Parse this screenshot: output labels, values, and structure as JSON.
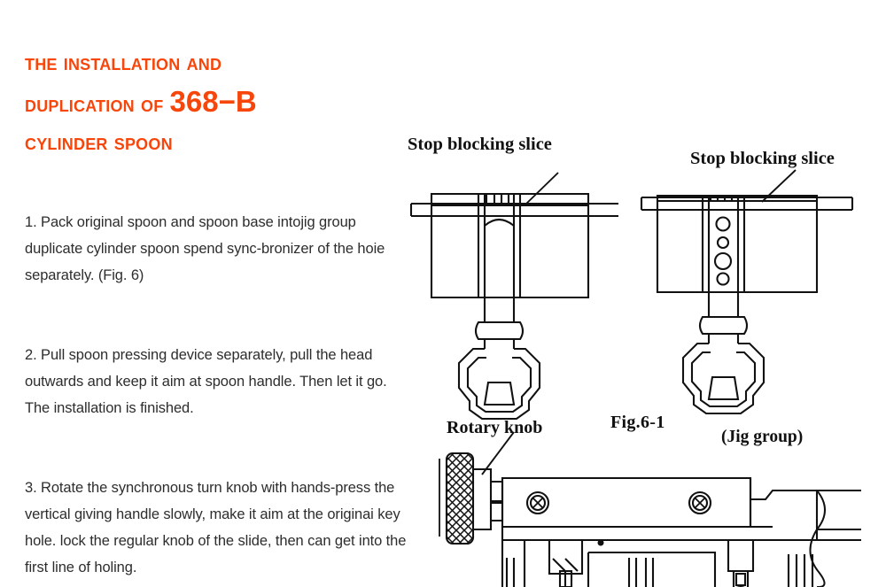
{
  "page": {
    "background_color": "#ffffff",
    "title_color": "#f7460b",
    "body_text_color": "#2d2d2d",
    "diagram_line_color": "#111111"
  },
  "document": {
    "title_lines": [
      "The installation and",
      "duplication of ",
      "cylinder spoon"
    ],
    "title_model": "368−B",
    "title_full": "The installation and duplication of 368−B cylinder spoon",
    "paragraphs": [
      {
        "number": "1.",
        "text": "1. Pack original spoon and spoon base intojig group duplicate cylinder spoon spend sync-bronizer of the hoie separately. (Fig. 6)"
      },
      {
        "number": "2.",
        "text": "2. Pull spoon pressing device separately, pull the head outwards and keep it aim at spoon handle. Then let it go. The installation is finished."
      },
      {
        "number": "3.",
        "text": "3. Rotate the synchronous turn knob with hands-press the vertical giving handle slowly, make it aim at the originai key hole. lock the regular knob of the slide, then can get into the first line of holing."
      }
    ]
  },
  "figure": {
    "caption": "Fig.6-1",
    "group_label": "(Jig group)",
    "callouts": {
      "stop_blocking_slice_left": "Stop blocking slice",
      "stop_blocking_slice_right": "Stop blocking slice",
      "rotary_knob": "Rotary knob"
    },
    "diagrams": [
      {
        "name": "clamp-assembly-plain",
        "description": "Cylinder spoon clamp fixture, front view, no holes in column"
      },
      {
        "name": "clamp-assembly-holed",
        "description": "Cylinder spoon clamp fixture, front view, four holes in column",
        "hole_count": 4
      },
      {
        "name": "jig-group-machine",
        "description": "Jig group slide body with knurled rotary knob and two cross screws",
        "screw_count": 2
      }
    ]
  }
}
